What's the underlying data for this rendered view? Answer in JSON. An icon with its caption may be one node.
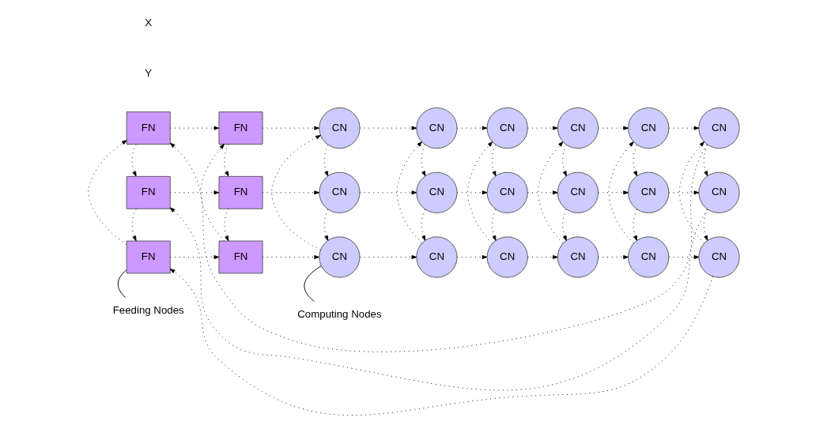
{
  "diagram": {
    "nodes": [
      {
        "text": [
          "FN"
        ]
      },
      {
        "text": [
          "FN"
        ]
      },
      {
        "text": [
          "CN"
        ]
      },
      {
        "text": [
          "CN"
        ]
      },
      {
        "text": [
          "CN"
        ]
      },
      {
        "text": [
          "CN"
        ]
      },
      {
        "text": [
          "CN"
        ]
      },
      {
        "text": [
          "CN"
        ]
      },
      {
        "text": [
          "FN"
        ]
      },
      {
        "text": [
          "FN"
        ]
      },
      {
        "text": [
          "CN"
        ]
      },
      {
        "text": [
          "CN"
        ]
      },
      {
        "text": [
          "CN"
        ]
      },
      {
        "text": [
          "CN"
        ]
      },
      {
        "text": [
          "CN"
        ]
      },
      {
        "text": [
          "CN"
        ]
      },
      {
        "text": [
          "FN"
        ]
      },
      {
        "text": [
          "FN"
        ]
      },
      {
        "text": [
          "CN"
        ]
      },
      {
        "text": [
          "CN"
        ]
      },
      {
        "text": [
          "CN"
        ]
      },
      {
        "text": [
          "CN"
        ]
      },
      {
        "text": [
          "CN"
        ]
      },
      {
        "text": [
          "CN"
        ]
      },
      {
        "text": [
          "Feeding Nodes"
        ]
      },
      {
        "text": [
          "Computing Nodes"
        ]
      }
    ],
    "edges": [
      {
        "from": 0,
        "to": 1,
        "arrow": "to",
        "style": "dashed"
      },
      {
        "from": 1,
        "to": 2,
        "arrow": "to",
        "style": "dashed"
      },
      {
        "from": 2,
        "to": 3,
        "arrow": "to",
        "style": "dashed"
      },
      {
        "from": 3,
        "to": 4,
        "arrow": "to",
        "style": "dashed"
      },
      {
        "from": 4,
        "to": 5,
        "arrow": "to",
        "style": "dashed"
      },
      {
        "from": 5,
        "to": 6,
        "arrow": "to",
        "style": "dashed"
      },
      {
        "from": 6,
        "to": 7,
        "arrow": "to",
        "style": "dashed"
      },
      {
        "from": 7,
        "to": 0,
        "arrow": "to",
        "style": "dashed"
      },
      {
        "from": 8,
        "to": 9,
        "arrow": "to",
        "style": "dashed"
      },
      {
        "from": 9,
        "to": 10,
        "arrow": "to",
        "style": "dashed"
      },
      {
        "from": 10,
        "to": 11,
        "arrow": "to",
        "style": "dashed"
      },
      {
        "from": 11,
        "to": 12,
        "arrow": "to",
        "style": "dashed"
      },
      {
        "from": 12,
        "to": 13,
        "arrow": "to",
        "style": "dashed"
      },
      {
        "from": 13,
        "to": 14,
        "arrow": "to",
        "style": "dashed"
      },
      {
        "from": 14,
        "to": 15,
        "arrow": "to",
        "style": "dashed"
      },
      {
        "from": 15,
        "to": 8,
        "arrow": "to",
        "style": "dashed"
      },
      {
        "from": 16,
        "to": 17,
        "arrow": "to",
        "style": "dashed"
      },
      {
        "from": 17,
        "to": 18,
        "arrow": "to",
        "style": "dashed"
      },
      {
        "from": 18,
        "to": 19,
        "arrow": "to",
        "style": "dashed"
      },
      {
        "from": 19,
        "to": 20,
        "arrow": "to",
        "style": "dashed"
      },
      {
        "from": 20,
        "to": 21,
        "arrow": "to",
        "style": "dashed"
      },
      {
        "from": 21,
        "to": 22,
        "arrow": "to",
        "style": "dashed"
      },
      {
        "from": 22,
        "to": 23,
        "arrow": "to",
        "style": "dashed"
      },
      {
        "from": 23,
        "to": 16,
        "arrow": "to",
        "style": "dashed"
      },
      {
        "from": 0,
        "to": 8,
        "arrow": "to",
        "style": "dashed"
      },
      {
        "from": 8,
        "to": 16,
        "arrow": "to",
        "style": "dashed"
      },
      {
        "from": 16,
        "to": 0,
        "arrow": "to",
        "style": "dashed"
      },
      {
        "from": 1,
        "to": 9,
        "arrow": "to",
        "style": "dashed"
      },
      {
        "from": 9,
        "to": 17,
        "arrow": "to",
        "style": "dashed"
      },
      {
        "from": 17,
        "to": 1,
        "arrow": "to",
        "style": "dashed"
      },
      {
        "from": 2,
        "to": 10,
        "arrow": "to",
        "style": "dashed"
      },
      {
        "from": 10,
        "to": 18,
        "arrow": "to",
        "style": "dashed"
      },
      {
        "from": 18,
        "to": 2,
        "arrow": "to",
        "style": "dashed"
      },
      {
        "from": 3,
        "to": 11,
        "arrow": "to",
        "style": "dashed"
      },
      {
        "from": 11,
        "to": 19,
        "arrow": "to",
        "style": "dashed"
      },
      {
        "from": 19,
        "to": 3,
        "arrow": "to",
        "style": "dashed"
      },
      {
        "from": 4,
        "to": 12,
        "arrow": "to",
        "style": "dashed"
      },
      {
        "from": 12,
        "to": 20,
        "arrow": "to",
        "style": "dashed"
      },
      {
        "from": 20,
        "to": 4,
        "arrow": "to",
        "style": "dashed"
      },
      {
        "from": 5,
        "to": 13,
        "arrow": "to",
        "style": "dashed"
      },
      {
        "from": 13,
        "to": 21,
        "arrow": "to",
        "style": "dashed"
      },
      {
        "from": 21,
        "to": 5,
        "arrow": "to",
        "style": "dashed"
      },
      {
        "from": 6,
        "to": 14,
        "arrow": "to",
        "style": "dashed"
      },
      {
        "from": 14,
        "to": 22,
        "arrow": "to",
        "style": "dashed"
      },
      {
        "from": 22,
        "to": 6,
        "arrow": "to",
        "style": "dashed"
      },
      {
        "from": 7,
        "to": 15,
        "arrow": "to",
        "style": "dashed"
      },
      {
        "from": 15,
        "to": 23,
        "arrow": "to",
        "style": "dashed"
      },
      {
        "from": 23,
        "to": 7,
        "arrow": "to",
        "style": "dashed"
      },
      {
        "from": 24,
        "to": 16,
        "arrow": "none"
      },
      {
        "from": 25,
        "to": 18,
        "arrow": "none"
      }
    ],
    "labels": [
      "X",
      "Y"
    ]
  }
}
